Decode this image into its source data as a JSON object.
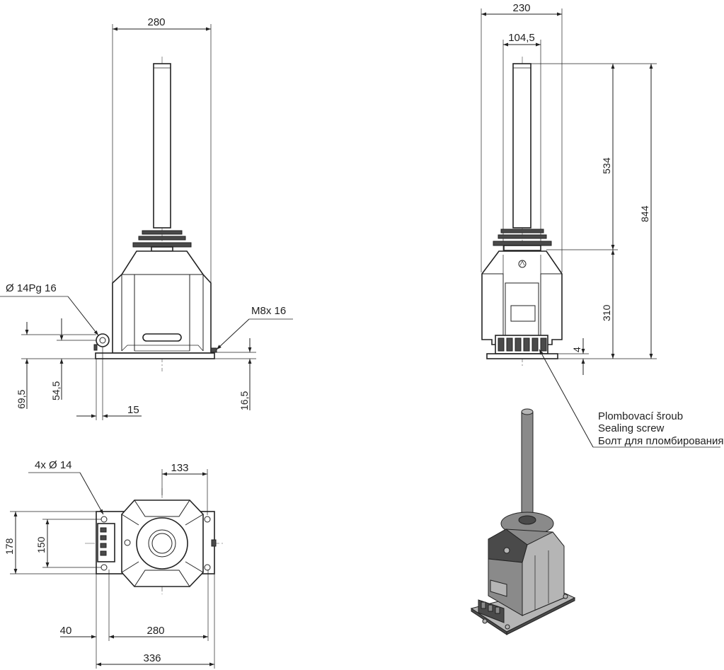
{
  "front_view": {
    "dim_width_top": "280",
    "note_gland": "Ø  14Pg 16",
    "note_thread": "M8x 16",
    "dim_69_5": "69,5",
    "dim_54_5": "54,5",
    "dim_15": "15",
    "dim_16_5": "16,5"
  },
  "side_view": {
    "dim_230": "230",
    "dim_104_5": "104,5",
    "dim_534": "534",
    "dim_844": "844",
    "dim_310": "310",
    "dim_4": "4"
  },
  "sealing_note": {
    "cz": "Plombovací šroub",
    "en": "Sealing screw",
    "ru": "Болт для пломбирования"
  },
  "top_view": {
    "note_holes": "4x    Ø 14",
    "dim_133": "133",
    "dim_178": "178",
    "dim_150": "150",
    "dim_40": "40",
    "dim_280": "280",
    "dim_336": "336"
  },
  "colors": {
    "line": "#222222",
    "body_dark": "#4a4a4a",
    "body_mid": "#8a8a8a",
    "body_light": "#b5b5b5"
  }
}
